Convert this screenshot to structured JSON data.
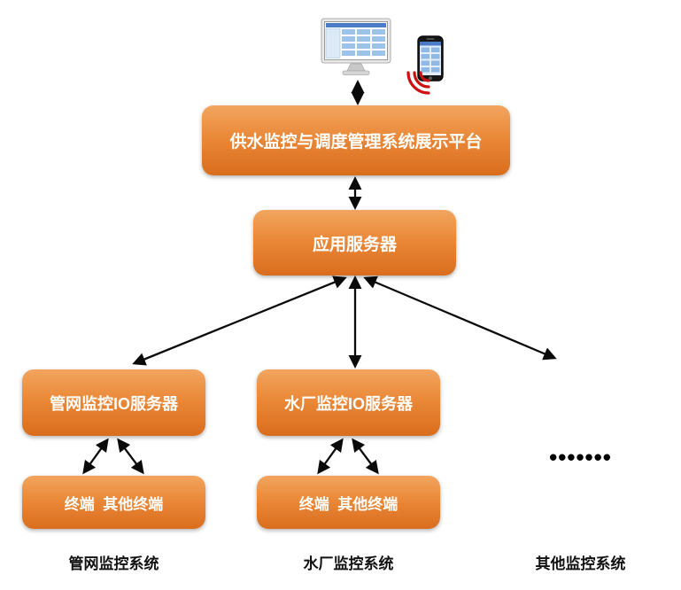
{
  "nodes": {
    "platform": "供水监控与调度管理系统展示平台",
    "app_server": "应用服务器",
    "pipe_io_server": "管网监控IO服务器",
    "plant_io_server": "水厂监控IO服务器",
    "pipe_terminals": "终端  其他终端",
    "plant_terminals": "终端  其他终端",
    "other_dots": "•••••••"
  },
  "labels": {
    "pipe_system": "管网监控系统",
    "plant_system": "水厂监控系统",
    "other_system": "其他监控系统"
  },
  "colors": {
    "box_gradient_top": "#F2A55F",
    "box_gradient_bottom": "#D96D1D",
    "box_text": "#FFFFFF",
    "arrow": "#0A0A0A",
    "signal_red": "#CC1111",
    "screen_blue": "#4A7BC8"
  },
  "icons": {
    "monitor": "desktop-monitor-icon",
    "phone": "smartphone-icon",
    "signal": "wireless-signal-icon"
  }
}
